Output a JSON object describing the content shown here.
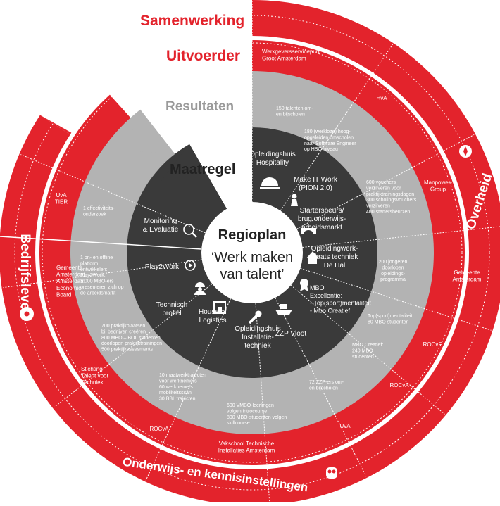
{
  "headings": {
    "samenwerking": "Samenwerking",
    "uitvoerder": "Uitvoerder",
    "resultaten": "Resultaten",
    "maatregel": "Maatregel"
  },
  "center": {
    "title": "Regioplan",
    "subtitle_1": "‘Werk maken",
    "subtitle_2": "van talent’"
  },
  "sectors": {
    "overheid": "Overheid",
    "bedrijfsleven": "Bedrijfsleven",
    "onderwijs": "Onderwijs- en kennisinstellingen"
  },
  "measures": [
    {
      "lines": [
        "Opleidingshuis",
        "Hospitality"
      ],
      "icon": "cloche-icon"
    },
    {
      "lines": [
        "Make IT Work",
        "(PION 2.0)"
      ],
      "icon": "chess-pawn-icon"
    },
    {
      "lines": [
        "Startersbeurs/",
        "brug onderwijs-",
        "arbeidsmarkt"
      ],
      "icon": "bridge-icon"
    },
    {
      "lines": [
        "Opleidingwerk-",
        "plaats techniek",
        "De Hal"
      ],
      "icon": "house-icon"
    },
    {
      "lines": [
        "MBO",
        "Excellentie:",
        "- Top(sport)mentaliteit",
        "- Mbo Creatief"
      ],
      "icon": "award-icon"
    },
    {
      "lines": [
        "ZZP Vloot"
      ],
      "icon": "ship-icon"
    },
    {
      "lines": [
        "Opleidingshuis",
        "Installatie-",
        "techniek"
      ],
      "icon": "wrench-icon"
    },
    {
      "lines": [
        "House of",
        "Logistics"
      ],
      "icon": "warehouse-icon"
    },
    {
      "lines": [
        "Technisch",
        "profiel"
      ],
      "icon": "hardhat-worker-icon"
    },
    {
      "lines": [
        "Play2Work"
      ],
      "icon": "play-icon"
    },
    {
      "lines": [
        "Monitoring",
        "& Evaluatie"
      ],
      "icon": "magnifier-icon"
    }
  ],
  "results": [
    {
      "lines": [
        "150 talenten om-",
        "en bijscholen"
      ]
    },
    {
      "lines": [
        "180 (werkloze) hoog-",
        "opgeleiden omscholen",
        "naar Software Engineer",
        "op HBO-niveau"
      ]
    },
    {
      "lines": [
        "600 vouchers",
        "verzilveren voor",
        "praktijktrainingsdagen",
        "300 scholingsvouchers",
        "verzilveren",
        "400 startersbeurzen"
      ]
    },
    {
      "lines": [
        "200 jongeren",
        "doorlopen",
        "opleidings-",
        "programma"
      ]
    },
    {
      "lines": [
        "Top(sport)mentaliteit:",
        "80 MBO studenten"
      ]
    },
    {
      "lines": [
        "MBO Creatief:",
        "240 MBO",
        "studenten"
      ]
    },
    {
      "lines": [
        "72 ZZP-ers om-",
        "en bijscholen"
      ]
    },
    {
      "lines": [
        "600 VMBO-leerlingen",
        "volgen introcourse",
        "800 MBO-studenten volgen",
        "skillcourse"
      ]
    },
    {
      "lines": [
        "10 maatwerktrajecten",
        "voor werknemers",
        "60 werknemers",
        "mobiliteitsscan",
        "30 BBL trajecten"
      ]
    },
    {
      "lines": [
        "700 praktijkplaatsen",
        "bij bedrijven creëren",
        "800 MBO – BOL studenten",
        "doorlopen praktijktrainingen",
        "500 praktijkassesments"
      ]
    },
    {
      "lines": [
        "1 on- en offline",
        "platform",
        "ontwikkelen:",
        "Play2Work.",
        "3.000 MBO-ers",
        "presenteren zich op",
        "de arbeidsmarkt"
      ]
    },
    {
      "lines": [
        "1 effectiviteits-",
        "onderzoek"
      ]
    }
  ],
  "executors": [
    {
      "lines": [
        "Werkgeversservicepunt",
        "Groot Amsterdam"
      ]
    },
    {
      "lines": [
        "HvA"
      ]
    },
    {
      "lines": [
        "Manpower-",
        "Group"
      ]
    },
    {
      "lines": [
        "Gemeente",
        "Amsterdam"
      ]
    },
    {
      "lines": [
        "ROCvF"
      ]
    },
    {
      "lines": [
        "ROCvA"
      ]
    },
    {
      "lines": [
        "UvA"
      ]
    },
    {
      "lines": [
        "Vakschool Technische",
        "Installaties Amsterdam"
      ]
    },
    {
      "lines": [
        "ROCvA"
      ]
    },
    {
      "lines": [
        "Stichting",
        "Talent voor",
        "Techniek"
      ]
    },
    {
      "lines": [
        "Gemeente",
        "Amsterdam",
        "",
        "Amsterdam",
        "Economic",
        "Board"
      ]
    },
    {
      "lines": [
        "UvA",
        "TIER"
      ]
    }
  ],
  "colors": {
    "red": "#e3232c",
    "gray": "#b3b3b3",
    "dark": "#3a3a3a",
    "white": "#ffffff"
  }
}
